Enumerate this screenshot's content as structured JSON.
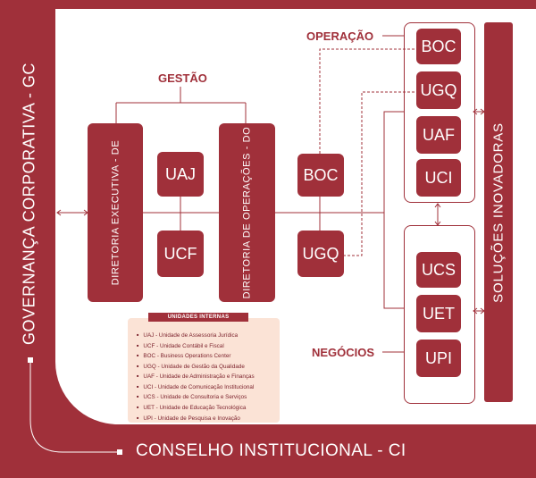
{
  "governance_label": "GOVERNANÇA CORPORATIVA - GC",
  "council_label": "CONSELHO INSTITUCIONAL - CI",
  "gestao_label": "GESTÃO",
  "operacao_label": "OPERAÇÃO",
  "negocios_label": "NEGÓCIOS",
  "solucoes_label": "SOLUÇÕES INOVADORAS",
  "diretoria_executiva": "DIRETORIA EXECUTIVA - DE",
  "diretoria_operacoes": "DIRETORIA DE OPERAÇÕES - DO",
  "de_units": [
    "UAJ",
    "UCF"
  ],
  "do_units": [
    "BOC",
    "UGQ"
  ],
  "operacao_units": [
    "BOC",
    "UGQ",
    "UAF",
    "UCI"
  ],
  "negocios_units": [
    "UCS",
    "UET",
    "UPI"
  ],
  "legend": {
    "title": "UNIDADES INTERNAS",
    "items": [
      "UAJ - Unidade de Assessoria Jurídica",
      "UCF - Unidade Contábil e Fiscal",
      "BOC - Business Operations Center",
      "UGQ - Unidade de Gestão da Qualidade",
      "UAF - Unidade de Administração e Finanças",
      "UCI  - Unidade de Comunicação Institucional",
      "UCS - Unidade de Consultoria e Serviços",
      "UET - Unidade de Educação Tecnológica",
      "UPI  - Unidade de Pesquisa e Inovação"
    ]
  },
  "colors": {
    "primary": "#a0303a",
    "legend_bg": "#fbe3d6"
  }
}
